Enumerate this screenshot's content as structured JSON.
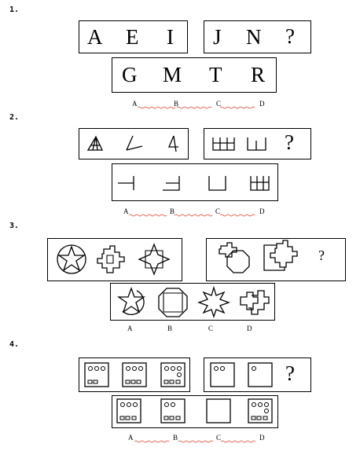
{
  "questions": [
    {
      "number": "1.",
      "given1": [
        "A",
        "E",
        "I"
      ],
      "given2": [
        "J",
        "N",
        "?"
      ],
      "options": [
        "G",
        "M",
        "T",
        "R"
      ],
      "option_labels": [
        "A",
        "B",
        "C",
        "D"
      ]
    },
    {
      "number": "2.",
      "given2_q": "?",
      "option_labels": [
        "A",
        "B",
        "C",
        "D"
      ]
    },
    {
      "number": "3.",
      "given2_q": "?",
      "option_labels": [
        "A",
        "B",
        "C",
        "D"
      ]
    },
    {
      "number": "4.",
      "given2_q": "?",
      "option_labels": [
        "A",
        "B",
        "C",
        "D"
      ]
    }
  ],
  "colors": {
    "ink": "#000000",
    "underline": "#e0402a"
  }
}
